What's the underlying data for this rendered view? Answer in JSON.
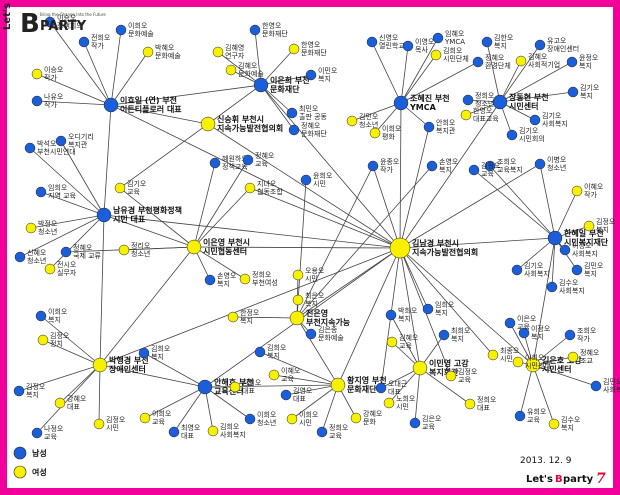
{
  "logo": {
    "lets": "Let's",
    "b": "B",
    "party": "PARTY",
    "tagline": "Bring the Change Into the Future"
  },
  "legend": {
    "male": "남성",
    "female": "여성"
  },
  "date": "2013. 12. 9",
  "footer": {
    "text": "Let's ",
    "b": "B",
    "party": "party",
    "seven": "7"
  },
  "colors": {
    "male": "#1a5fd9",
    "female": "#f7f000",
    "line": "#444444",
    "border": "#f2009a"
  },
  "nodes": [
    {
      "id": "center",
      "sex": "female",
      "size": "hub",
      "label": [
        "김남경 부천시",
        "지속가능발전협의회"
      ]
    },
    {
      "id": "hub_nw",
      "sex": "male",
      "size": "big",
      "label": [
        "이효일 (연) 부천",
        "이든티플로러 대표"
      ]
    },
    {
      "id": "hub_top",
      "sex": "male",
      "size": "big",
      "label": [
        "이은희 부천",
        "문화재단"
      ]
    },
    {
      "id": "hub_topc",
      "sex": "female",
      "size": "big",
      "label": [
        "신숭휘 부천시",
        "지속가능발전협의회"
      ]
    },
    {
      "id": "hub_ymca",
      "sex": "male",
      "size": "big",
      "label": [
        "조혜진 부천",
        "YMCA"
      ]
    },
    {
      "id": "hub_ne",
      "sex": "male",
      "size": "big",
      "label": [
        "장동현 부천",
        "시민센터"
      ]
    },
    {
      "id": "hub_e",
      "sex": "male",
      "size": "big",
      "label": [
        "한혜일 부천",
        "시민복지재단"
      ]
    },
    {
      "id": "hub_w",
      "sex": "male",
      "size": "big",
      "label": [
        "남유경 부천평화정책",
        "시민 대표"
      ]
    },
    {
      "id": "hub_cl",
      "sex": "female",
      "size": "big",
      "label": [
        "이은영 부천시",
        "시민협동센터"
      ]
    },
    {
      "id": "hub_cm",
      "sex": "female",
      "size": "big",
      "label": [
        "진은영",
        "부천지속가능"
      ]
    },
    {
      "id": "hub_sw",
      "sex": "female",
      "size": "big",
      "label": [
        "박행경 부천",
        "장애인센터"
      ]
    },
    {
      "id": "hub_s1",
      "sex": "male",
      "size": "big",
      "label": [
        "안해호 부천",
        "교육센터"
      ]
    },
    {
      "id": "hub_s2",
      "sex": "female",
      "size": "big",
      "label": [
        "황지영 부천",
        "문화재단"
      ]
    },
    {
      "id": "hub_s3",
      "sex": "female",
      "size": "big",
      "label": [
        "이민영 고강",
        "복지회관"
      ]
    },
    {
      "id": "hub_se",
      "sex": "female",
      "size": "big",
      "label": [
        "김은호 고강",
        "시민센터"
      ]
    },
    {
      "id": "a1",
      "sex": "male",
      "label": [
        "이승오",
        "정책회의"
      ]
    },
    {
      "id": "a2",
      "sex": "male",
      "label": [
        "전희오",
        "작가"
      ]
    },
    {
      "id": "a3",
      "sex": "male",
      "label": [
        "이희오",
        "문화예술"
      ]
    },
    {
      "id": "a4",
      "sex": "female",
      "label": [
        "박혜오",
        "문화예술"
      ]
    },
    {
      "id": "a5",
      "sex": "female",
      "label": [
        "이승오",
        "작가"
      ]
    },
    {
      "id": "a6",
      "sex": "male",
      "label": [
        "나유오",
        "작가"
      ]
    },
    {
      "id": "a7",
      "sex": "male",
      "label": [
        "한영오",
        "문화재단"
      ]
    },
    {
      "id": "a8",
      "sex": "female",
      "label": [
        "김혜영",
        "연구자"
      ]
    },
    {
      "id": "a9",
      "sex": "female",
      "label": [
        "한영오",
        "문화재단"
      ]
    },
    {
      "id": "a10",
      "sex": "male",
      "label": [
        "이민오",
        "복지"
      ]
    },
    {
      "id": "a11",
      "sex": "male",
      "label": [
        "최민오",
        "출판 공동"
      ]
    },
    {
      "id": "a12",
      "sex": "male",
      "label": [
        "정혜오",
        "문화재단"
      ]
    },
    {
      "id": "a13",
      "sex": "female",
      "label": [
        "김혜오",
        "문화예술"
      ]
    },
    {
      "id": "b1",
      "sex": "male",
      "label": [
        "신영오",
        "열린학교"
      ]
    },
    {
      "id": "b2",
      "sex": "male",
      "label": [
        "이영오",
        "목사"
      ]
    },
    {
      "id": "b3",
      "sex": "female",
      "label": [
        "김희오",
        "시민단체"
      ]
    },
    {
      "id": "b4",
      "sex": "male",
      "label": [
        "임혜오",
        "YMCA"
      ]
    },
    {
      "id": "b5",
      "sex": "male",
      "label": [
        "정혜오",
        "환경단체"
      ]
    },
    {
      "id": "b6",
      "sex": "female",
      "label": [
        "김민오",
        "청소년"
      ]
    },
    {
      "id": "b7",
      "sex": "female",
      "label": [
        "이희오",
        "평화"
      ]
    },
    {
      "id": "b8",
      "sex": "male",
      "label": [
        "안희오",
        "복지관"
      ]
    },
    {
      "id": "c1",
      "sex": "male",
      "label": [
        "김한오",
        "복지"
      ]
    },
    {
      "id": "c2",
      "sex": "male",
      "label": [
        "유고오",
        "장애인센터"
      ]
    },
    {
      "id": "c3",
      "sex": "male",
      "label": [
        "윤정오",
        "복지"
      ]
    },
    {
      "id": "c4",
      "sex": "female",
      "label": [
        "김혜오",
        "사회적기업"
      ]
    },
    {
      "id": "c5",
      "sex": "male",
      "label": [
        "김기오",
        "복지"
      ]
    },
    {
      "id": "c6",
      "sex": "female",
      "label": [
        "한영오",
        "대표교육"
      ]
    },
    {
      "id": "c7",
      "sex": "male",
      "label": [
        "김기오",
        "사회복지"
      ]
    },
    {
      "id": "c8",
      "sex": "male",
      "label": [
        "정희오",
        "청소년"
      ]
    },
    {
      "id": "c9",
      "sex": "male",
      "label": [
        "김기오",
        "시민회의"
      ]
    },
    {
      "id": "d1",
      "sex": "male",
      "label": [
        "조희오",
        "교육복지"
      ]
    },
    {
      "id": "d2",
      "sex": "male",
      "label": [
        "이병오",
        "청소년"
      ]
    },
    {
      "id": "d3",
      "sex": "female",
      "label": [
        "이혜오",
        "작가"
      ]
    },
    {
      "id": "d4",
      "sex": "female",
      "label": [
        "김정오",
        "복지"
      ]
    },
    {
      "id": "d5",
      "sex": "male",
      "label": [
        "이정오",
        "사회복지"
      ]
    },
    {
      "id": "d6",
      "sex": "male",
      "label": [
        "김민오",
        "복지"
      ]
    },
    {
      "id": "d7",
      "sex": "male",
      "label": [
        "김수오",
        "사회복지"
      ]
    },
    {
      "id": "d8",
      "sex": "male",
      "label": [
        "김기오",
        "사회복지"
      ]
    },
    {
      "id": "d9",
      "sex": "male",
      "label": [
        "김정오",
        "교육"
      ]
    },
    {
      "id": "e1",
      "sex": "male",
      "label": [
        "박석오",
        "부천시민연대"
      ]
    },
    {
      "id": "e2",
      "sex": "male",
      "label": [
        "오디기리",
        "복지관"
      ]
    },
    {
      "id": "e3",
      "sex": "male",
      "label": [
        "임희오",
        "지역 교육"
      ]
    },
    {
      "id": "e4",
      "sex": "female",
      "label": [
        "박정오",
        "청소년"
      ]
    },
    {
      "id": "e5",
      "sex": "male",
      "label": [
        "신혜오",
        "청소년"
      ]
    },
    {
      "id": "e6",
      "sex": "female",
      "label": [
        "전시오",
        "실무자"
      ]
    },
    {
      "id": "f1",
      "sex": "male",
      "label": [
        "정혜오",
        "국제 교류"
      ]
    },
    {
      "id": "f2",
      "sex": "female",
      "label": [
        "김기오",
        "교육"
      ]
    },
    {
      "id": "f3",
      "sex": "female",
      "label": [
        "정리오",
        "청소년"
      ]
    },
    {
      "id": "f4",
      "sex": "male",
      "label": [
        "혜원하오",
        "정책교육"
      ]
    },
    {
      "id": "f5",
      "sex": "female",
      "label": [
        "지녀오",
        "협동조합"
      ]
    },
    {
      "id": "f6",
      "sex": "male",
      "label": [
        "정혜오",
        "교육"
      ]
    },
    {
      "id": "f7",
      "sex": "male",
      "label": [
        "손영오",
        "복지"
      ]
    },
    {
      "id": "f8",
      "sex": "female",
      "label": [
        "정희오",
        "부천여성"
      ]
    },
    {
      "id": "g1",
      "sex": "male",
      "label": [
        "윤종오",
        "작가"
      ]
    },
    {
      "id": "g2",
      "sex": "male",
      "label": [
        "손영오",
        "복지"
      ]
    },
    {
      "id": "g3",
      "sex": "male",
      "label": [
        "윤희오",
        "시민"
      ]
    },
    {
      "id": "g4",
      "sex": "female",
      "label": [
        "오용오",
        "시민"
      ]
    },
    {
      "id": "g5",
      "sex": "female",
      "label": [
        "최은오",
        "복지"
      ]
    },
    {
      "id": "g6",
      "sex": "male",
      "label": [
        "김은종",
        "문화예술"
      ]
    },
    {
      "id": "g7",
      "sex": "female",
      "label": [
        "한정오",
        "복지"
      ]
    },
    {
      "id": "h1",
      "sex": "male",
      "label": [
        "이은오",
        "교육"
      ]
    },
    {
      "id": "h2",
      "sex": "male",
      "label": [
        "이정오",
        "복지"
      ]
    },
    {
      "id": "h3",
      "sex": "female",
      "label": [
        "이희오",
        "시민센터"
      ]
    },
    {
      "id": "h4",
      "sex": "male",
      "label": [
        "조희오",
        "작가"
      ]
    },
    {
      "id": "h5",
      "sex": "female",
      "label": [
        "정혜오",
        "조교"
      ]
    },
    {
      "id": "h6",
      "sex": "male",
      "label": [
        "유희오",
        "교육"
      ]
    },
    {
      "id": "h7",
      "sex": "female",
      "label": [
        "김수오",
        "복지"
      ]
    },
    {
      "id": "h8",
      "sex": "male",
      "label": [
        "김민오",
        "사회복지"
      ]
    },
    {
      "id": "i1",
      "sex": "male",
      "label": [
        "이희오",
        "복지"
      ]
    },
    {
      "id": "i2",
      "sex": "female",
      "label": [
        "김정오",
        "정치"
      ]
    },
    {
      "id": "i3",
      "sex": "male",
      "label": [
        "김정오",
        "복지"
      ]
    },
    {
      "id": "i4",
      "sex": "female",
      "label": [
        "강혜오",
        "대표"
      ]
    },
    {
      "id": "i5",
      "sex": "male",
      "label": [
        "나정오",
        "교육"
      ]
    },
    {
      "id": "i6",
      "sex": "female",
      "label": [
        "김정오",
        "시민"
      ]
    },
    {
      "id": "j1",
      "sex": "male",
      "label": [
        "김희오",
        "복지"
      ]
    },
    {
      "id": "j2",
      "sex": "female",
      "label": [
        "이희오",
        "교육"
      ]
    },
    {
      "id": "j3",
      "sex": "male",
      "label": [
        "최영오",
        "대표"
      ]
    },
    {
      "id": "j4",
      "sex": "female",
      "label": [
        "김희오",
        "사회복지"
      ]
    },
    {
      "id": "j5",
      "sex": "male",
      "label": [
        "이희오",
        "청소년"
      ]
    },
    {
      "id": "j6",
      "sex": "female",
      "label": [
        "김희오",
        "대표"
      ]
    },
    {
      "id": "k1",
      "sex": "male",
      "label": [
        "김희오",
        "복지"
      ]
    },
    {
      "id": "k2",
      "sex": "female",
      "label": [
        "이혜오",
        "교육"
      ]
    },
    {
      "id": "k3",
      "sex": "male",
      "label": [
        "김영오",
        "대표"
      ]
    },
    {
      "id": "k4",
      "sex": "female",
      "label": [
        "이희오",
        "시민"
      ]
    },
    {
      "id": "k5",
      "sex": "male",
      "label": [
        "정희오",
        "교육"
      ]
    },
    {
      "id": "k6",
      "sex": "female",
      "label": [
        "강혜오",
        "문화"
      ]
    },
    {
      "id": "l1",
      "sex": "male",
      "label": [
        "박희오",
        "복지"
      ]
    },
    {
      "id": "l2",
      "sex": "female",
      "label": [
        "김혜오",
        "교육"
      ]
    },
    {
      "id": "l3",
      "sex": "male",
      "label": [
        "최희오",
        "복지"
      ]
    },
    {
      "id": "l4",
      "sex": "female",
      "label": [
        "노희오",
        "시민"
      ]
    },
    {
      "id": "l5",
      "sex": "male",
      "label": [
        "김은오",
        "교육"
      ]
    },
    {
      "id": "l6",
      "sex": "female",
      "label": [
        "정희오",
        "대표"
      ]
    },
    {
      "id": "m1",
      "sex": "male",
      "label": [
        "임희오",
        "복지"
      ]
    },
    {
      "id": "m2",
      "sex": "female",
      "label": [
        "김정오",
        "교육"
      ]
    },
    {
      "id": "m3",
      "sex": "male",
      "label": [
        "오대근",
        "대표"
      ]
    },
    {
      "id": "m4",
      "sex": "female",
      "label": [
        "최종오",
        "시민"
      ]
    }
  ],
  "edges": [
    [
      "center",
      "hub_nw"
    ],
    [
      "center",
      "hub_top"
    ],
    [
      "center",
      "hub_topc"
    ],
    [
      "center",
      "hub_ymca"
    ],
    [
      "center",
      "hub_ne"
    ],
    [
      "center",
      "hub_e"
    ],
    [
      "center",
      "hub_w"
    ],
    [
      "center",
      "hub_cl"
    ],
    [
      "center",
      "hub_cm"
    ],
    [
      "center",
      "hub_sw"
    ],
    [
      "center",
      "hub_s1"
    ],
    [
      "center",
      "hub_s2"
    ],
    [
      "center",
      "hub_s3"
    ],
    [
      "center",
      "hub_se"
    ],
    [
      "hub_nw",
      "a1"
    ],
    [
      "hub_nw",
      "a2"
    ],
    [
      "hub_nw",
      "a3"
    ],
    [
      "hub_nw",
      "a4"
    ],
    [
      "hub_nw",
      "a5"
    ],
    [
      "hub_nw",
      "a6"
    ],
    [
      "hub_nw",
      "hub_topc"
    ],
    [
      "hub_nw",
      "hub_w"
    ],
    [
      "hub_nw",
      "hub_top"
    ],
    [
      "hub_top",
      "a7"
    ],
    [
      "hub_top",
      "a8"
    ],
    [
      "hub_top",
      "a9"
    ],
    [
      "hub_top",
      "a10"
    ],
    [
      "hub_top",
      "a11"
    ],
    [
      "hub_top",
      "a12"
    ],
    [
      "hub_top",
      "a13"
    ],
    [
      "hub_top",
      "hub_topc"
    ],
    [
      "hub_ymca",
      "b1"
    ],
    [
      "hub_ymca",
      "b2"
    ],
    [
      "hub_ymca",
      "b3"
    ],
    [
      "hub_ymca",
      "b4"
    ],
    [
      "hub_ymca",
      "b5"
    ],
    [
      "hub_ymca",
      "b6"
    ],
    [
      "hub_ymca",
      "b7"
    ],
    [
      "hub_ymca",
      "b8"
    ],
    [
      "hub_ne",
      "c1"
    ],
    [
      "hub_ne",
      "c2"
    ],
    [
      "hub_ne",
      "c3"
    ],
    [
      "hub_ne",
      "c4"
    ],
    [
      "hub_ne",
      "c5"
    ],
    [
      "hub_ne",
      "c6"
    ],
    [
      "hub_ne",
      "c7"
    ],
    [
      "hub_ne",
      "c8"
    ],
    [
      "hub_ne",
      "c9"
    ],
    [
      "hub_e",
      "d1"
    ],
    [
      "hub_e",
      "d2"
    ],
    [
      "hub_e",
      "d3"
    ],
    [
      "hub_e",
      "d4"
    ],
    [
      "hub_e",
      "d5"
    ],
    [
      "hub_e",
      "d6"
    ],
    [
      "hub_e",
      "d7"
    ],
    [
      "hub_e",
      "d8"
    ],
    [
      "hub_e",
      "d9"
    ],
    [
      "hub_e",
      "hub_se"
    ],
    [
      "hub_w",
      "e1"
    ],
    [
      "hub_w",
      "e2"
    ],
    [
      "hub_w",
      "e3"
    ],
    [
      "hub_w",
      "e4"
    ],
    [
      "hub_w",
      "e5"
    ],
    [
      "hub_w",
      "e6"
    ],
    [
      "hub_w",
      "hub_cl"
    ],
    [
      "hub_w",
      "hub_sw"
    ],
    [
      "hub_cl",
      "f1"
    ],
    [
      "hub_cl",
      "f2"
    ],
    [
      "hub_cl",
      "f3"
    ],
    [
      "hub_cl",
      "f4"
    ],
    [
      "hub_cl",
      "f5"
    ],
    [
      "hub_cl",
      "f6"
    ],
    [
      "hub_cl",
      "f7"
    ],
    [
      "hub_cl",
      "f8"
    ],
    [
      "hub_cm",
      "g1"
    ],
    [
      "hub_cm",
      "g2"
    ],
    [
      "hub_cm",
      "g3"
    ],
    [
      "hub_cm",
      "g4"
    ],
    [
      "hub_cm",
      "g5"
    ],
    [
      "hub_cm",
      "g6"
    ],
    [
      "hub_cm",
      "g7"
    ],
    [
      "hub_cm",
      "hub_s2"
    ],
    [
      "hub_se",
      "h1"
    ],
    [
      "hub_se",
      "h2"
    ],
    [
      "hub_se",
      "h3"
    ],
    [
      "hub_se",
      "h4"
    ],
    [
      "hub_se",
      "h5"
    ],
    [
      "hub_se",
      "h6"
    ],
    [
      "hub_se",
      "h7"
    ],
    [
      "hub_se",
      "h8"
    ],
    [
      "hub_sw",
      "i1"
    ],
    [
      "hub_sw",
      "i2"
    ],
    [
      "hub_sw",
      "i3"
    ],
    [
      "hub_sw",
      "i4"
    ],
    [
      "hub_sw",
      "i5"
    ],
    [
      "hub_sw",
      "i6"
    ],
    [
      "hub_sw",
      "hub_s1"
    ],
    [
      "hub_s1",
      "j1"
    ],
    [
      "hub_s1",
      "j2"
    ],
    [
      "hub_s1",
      "j3"
    ],
    [
      "hub_s1",
      "j4"
    ],
    [
      "hub_s1",
      "j5"
    ],
    [
      "hub_s1",
      "j6"
    ],
    [
      "hub_s2",
      "k1"
    ],
    [
      "hub_s2",
      "k2"
    ],
    [
      "hub_s2",
      "k3"
    ],
    [
      "hub_s2",
      "k4"
    ],
    [
      "hub_s2",
      "k5"
    ],
    [
      "hub_s2",
      "k6"
    ],
    [
      "hub_s3",
      "l1"
    ],
    [
      "hub_s3",
      "l2"
    ],
    [
      "hub_s3",
      "l3"
    ],
    [
      "hub_s3",
      "l4"
    ],
    [
      "hub_s3",
      "l5"
    ],
    [
      "hub_s3",
      "l6"
    ],
    [
      "center",
      "m1"
    ],
    [
      "center",
      "m2"
    ],
    [
      "center",
      "m3"
    ],
    [
      "center",
      "m4"
    ],
    [
      "hub_s3",
      "m3"
    ],
    [
      "center",
      "f5"
    ],
    [
      "center",
      "g1"
    ],
    [
      "center",
      "b8"
    ],
    [
      "center",
      "d2"
    ],
    [
      "hub_topc",
      "f2"
    ],
    [
      "hub_cl",
      "hub_sw"
    ],
    [
      "hub_s1",
      "hub_s2"
    ]
  ]
}
